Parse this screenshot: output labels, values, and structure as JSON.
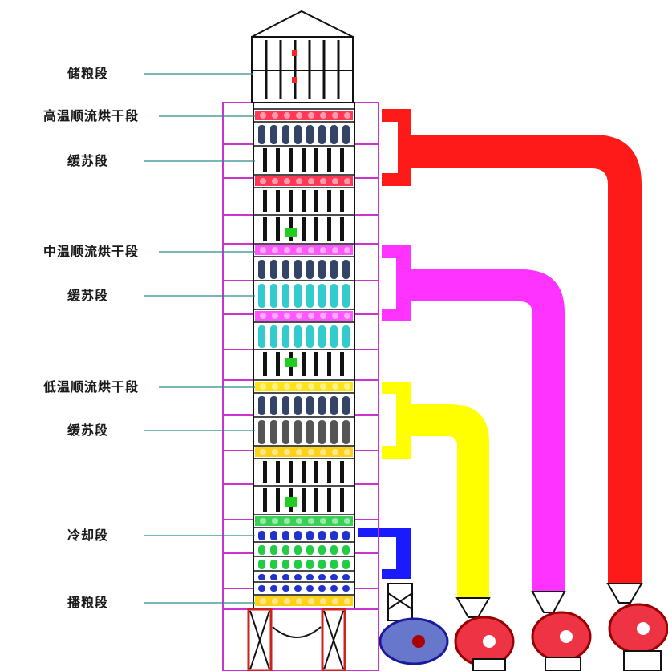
{
  "labels": [
    {
      "key": "storage",
      "text": "储粮段"
    },
    {
      "key": "high_temp_dry",
      "text": "高温顺流烘干段"
    },
    {
      "key": "temper_1",
      "text": "缓苏段"
    },
    {
      "key": "mid_temp_dry",
      "text": "中温顺流烘干段"
    },
    {
      "key": "temper_2",
      "text": "缓苏段"
    },
    {
      "key": "low_temp_dry",
      "text": "低温顺流烘干段"
    },
    {
      "key": "temper_3",
      "text": "缓苏段"
    },
    {
      "key": "cooling",
      "text": "冷却段"
    },
    {
      "key": "discharge",
      "text": "播粮段"
    }
  ],
  "colors": {
    "frame": "#cc33cc",
    "high_temp_duct": "#ff1a1a",
    "mid_temp_duct": "#ff33ff",
    "low_temp_duct": "#ffff00",
    "cooling_duct": "#1a1aff",
    "leader_line": "#2a8a8a",
    "cooling_fill": "#22cc44",
    "grain_green": "#22cc22"
  },
  "icons": {
    "fan": "centrifugal-fan-icon",
    "roof": "tower-roof-icon"
  }
}
